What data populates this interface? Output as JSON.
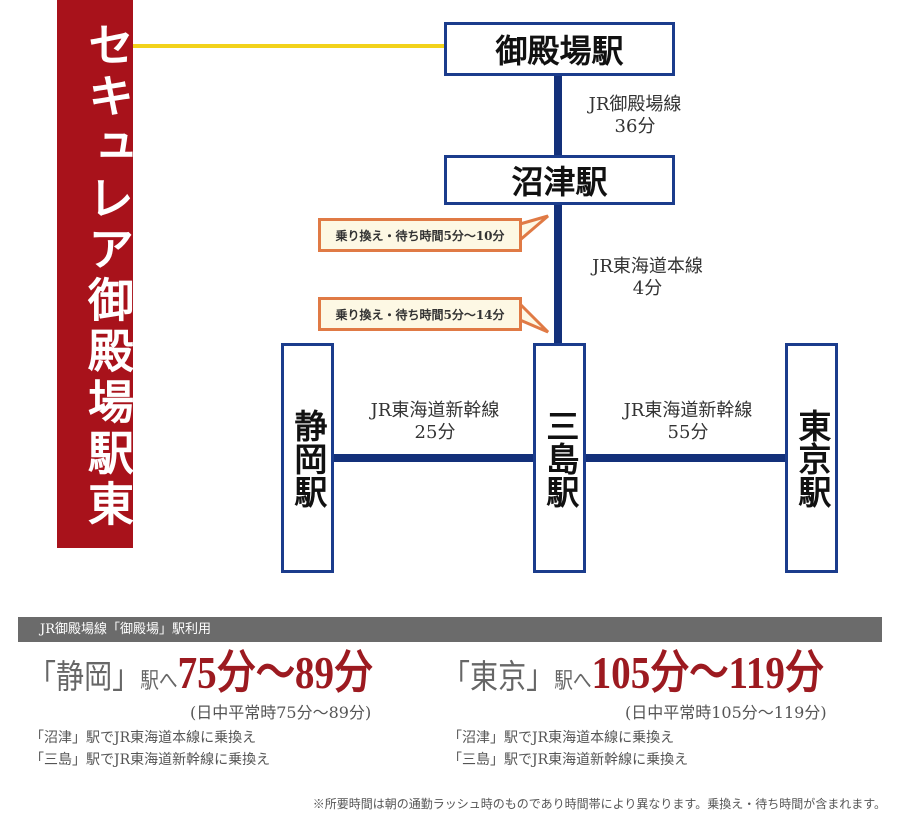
{
  "property_name": "セキュレア御殿場駅東",
  "stations": {
    "gotemba": "御殿場駅",
    "numazu": "沼津駅",
    "shizuoka": "静岡駅",
    "mishima": "三島駅",
    "tokyo": "東京駅"
  },
  "routes": {
    "gotemba_numazu": {
      "line": "JR御殿場線",
      "time": "36分"
    },
    "numazu_mishima": {
      "line": "JR東海道本線",
      "time": "4分"
    },
    "mishima_shizuoka": {
      "line": "JR東海道新幹線",
      "time": "25分"
    },
    "mishima_tokyo": {
      "line": "JR東海道新幹線",
      "time": "55分"
    }
  },
  "callouts": [
    "乗り換え・待ち時間5分～10分",
    "乗り換え・待ち時間5分～14分"
  ],
  "summary": {
    "header": "JR御殿場線「御殿場」駅利用",
    "shizuoka": {
      "station": "「静岡」",
      "suffix": "駅へ",
      "time": "75分～89分",
      "daytime": "(日中平常時75分～89分)",
      "transfers": [
        "「沼津」駅でJR東海道本線に乗換え",
        "「三島」駅でJR東海道新幹線に乗換え"
      ]
    },
    "tokyo": {
      "station": "「東京」",
      "suffix": "駅へ",
      "time": "105分～119分",
      "daytime": "(日中平常時105分～119分)",
      "transfers": [
        "「沼津」駅でJR東海道本線に乗換え",
        "「三島」駅でJR東海道新幹線に乗換え"
      ]
    },
    "footnote": "※所要時間は朝の通勤ラッシュ時のものであり時間帯により異なります。乗換え・待ち時間が含まれます。"
  },
  "colors": {
    "banner": "#a8121b",
    "rail": "#13307a",
    "access_line": "#f2d21a",
    "callout_border": "#e07a45",
    "time_highlight": "#9c1a20"
  }
}
